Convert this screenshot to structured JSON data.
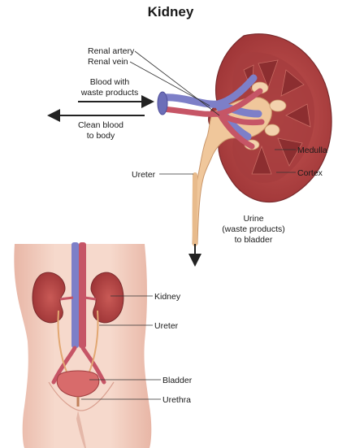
{
  "title": "Kidney",
  "labels": {
    "renal_artery": "Renal artery",
    "renal_vein": "Renal vein",
    "blood_waste_line1": "Blood with",
    "blood_waste_line2": "waste products",
    "clean_blood_line1": "Clean blood",
    "clean_blood_line2": "to body",
    "ureter_top": "Ureter",
    "medulla": "Medulla",
    "cortex": "Cortex",
    "urine_line1": "Urine",
    "urine_line2": "(waste products)",
    "urine_line3": "to bladder",
    "kidney": "Kidney",
    "ureter_body": "Ureter",
    "bladder": "Bladder",
    "urethra": "Urethra"
  },
  "colors": {
    "kidney_cortex": "#b8494a",
    "kidney_medulla": "#9a3436",
    "renal_artery": "#c65566",
    "renal_vein": "#7d7fc8",
    "pelvis": "#f0c79b",
    "skin": "#f3d0c3",
    "arrow": "#222222",
    "leader_line": "#333333"
  }
}
